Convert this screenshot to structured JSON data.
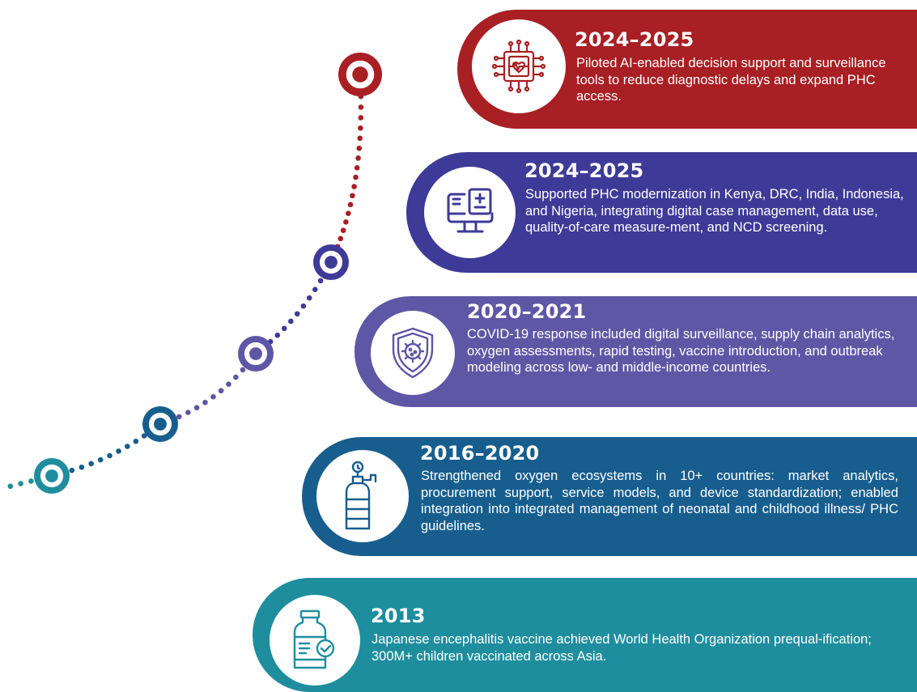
{
  "colors": {
    "red": "#A81F24",
    "indigo": "#3E3A97",
    "purple": "#5E57A5",
    "blue": "#175E8E",
    "teal": "#1E8E9E"
  },
  "milestones": [
    {
      "year": "2024–2025",
      "icon": "ai-chip-heart-icon",
      "text": "Piloted AI-enabled decision support and surveillance tools to reduce diagnostic delays and expand PHC access."
    },
    {
      "year": "2024–2025",
      "icon": "computer-monitor-icon",
      "text": "Supported PHC modernization in Kenya, DRC, India, Indonesia, and Nigeria, integrating digital case management, data use, quality-of-care measure-ment, and NCD screening."
    },
    {
      "year": "2020–2021",
      "icon": "virus-shield-icon",
      "text": "COVID-19 response included digital surveillance, supply chain analytics, oxygen assessments, rapid testing, vaccine introduction, and outbreak modeling across low- and middle-income countries."
    },
    {
      "year": "2016–2020",
      "icon": "oxygen-cylinder-icon",
      "text": "Strengthened oxygen ecosystems in 10+ countries: market analytics, procurement support, service models, and device standardization; enabled integration into integrated management of neonatal and childhood illness/ PHC guidelines."
    },
    {
      "year": "2013",
      "icon": "vaccine-vial-icon",
      "text": " Japanese encephalitis vaccine achieved World Health Organization prequal-ification; 300M+ children vaccinated across Asia."
    }
  ]
}
